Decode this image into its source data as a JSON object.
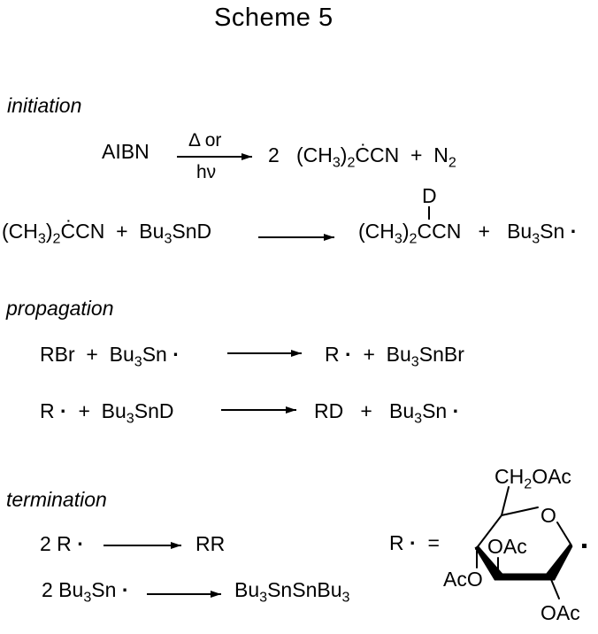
{
  "title": "Scheme 5",
  "colors": {
    "ink": "#000000",
    "background": "#ffffff"
  },
  "sections": {
    "initiation": "initiation",
    "propagation": "propagation",
    "termination": "termination"
  },
  "init": {
    "eq1": {
      "reactant": "AIBN",
      "cond_above": "Δ or",
      "cond_below": "hν",
      "products": "2&nbsp;&nbsp;&nbsp;(CH<sub>3</sub>)<sub>2</sub>ĊCN&nbsp;&nbsp;+&nbsp;&nbsp;N<sub>2</sub>"
    },
    "eq2": {
      "left": "(CH<sub>3</sub>)<sub>2</sub>ĊCN&nbsp;&nbsp;+&nbsp;&nbsp;Bu<sub>3</sub>SnD",
      "d": "D",
      "right": "(CH<sub>3</sub>)<sub>2</sub>CCN&nbsp;&nbsp;&nbsp;+&nbsp;&nbsp;&nbsp;Bu<sub>3</sub>Sn&nbsp;<b>·</b>"
    }
  },
  "prop": {
    "eq1": {
      "left": "RBr&nbsp;&nbsp;+&nbsp;&nbsp;Bu<sub>3</sub>Sn&nbsp;<b>·</b>",
      "right": "R&nbsp;<b>·</b>&nbsp;&nbsp;+&nbsp;&nbsp;Bu<sub>3</sub>SnBr"
    },
    "eq2": {
      "left": "R&nbsp;<b>·</b>&nbsp;&nbsp;+&nbsp;&nbsp;Bu<sub>3</sub>SnD",
      "right": "RD&nbsp;&nbsp;&nbsp;+&nbsp;&nbsp;&nbsp;Bu<sub>3</sub>Sn&nbsp;<b>·</b>"
    }
  },
  "term": {
    "eq1": {
      "left": "2&nbsp;R&nbsp;<b>·</b>",
      "right": "RR"
    },
    "eq2": {
      "left": "2&nbsp;Bu<sub>3</sub>Sn&nbsp;<b>·</b>",
      "right": "Bu<sub>3</sub>SnSnBu<sub>3</sub>"
    }
  },
  "structure": {
    "r_equals": "R&nbsp;<b>·</b>&nbsp;&nbsp;=",
    "ch2oac": "CH<sub>2</sub>OAc",
    "ring_o": "O",
    "oac_c3": "OAc",
    "aco_c4": "AcO",
    "oac_c2": "OAc"
  }
}
